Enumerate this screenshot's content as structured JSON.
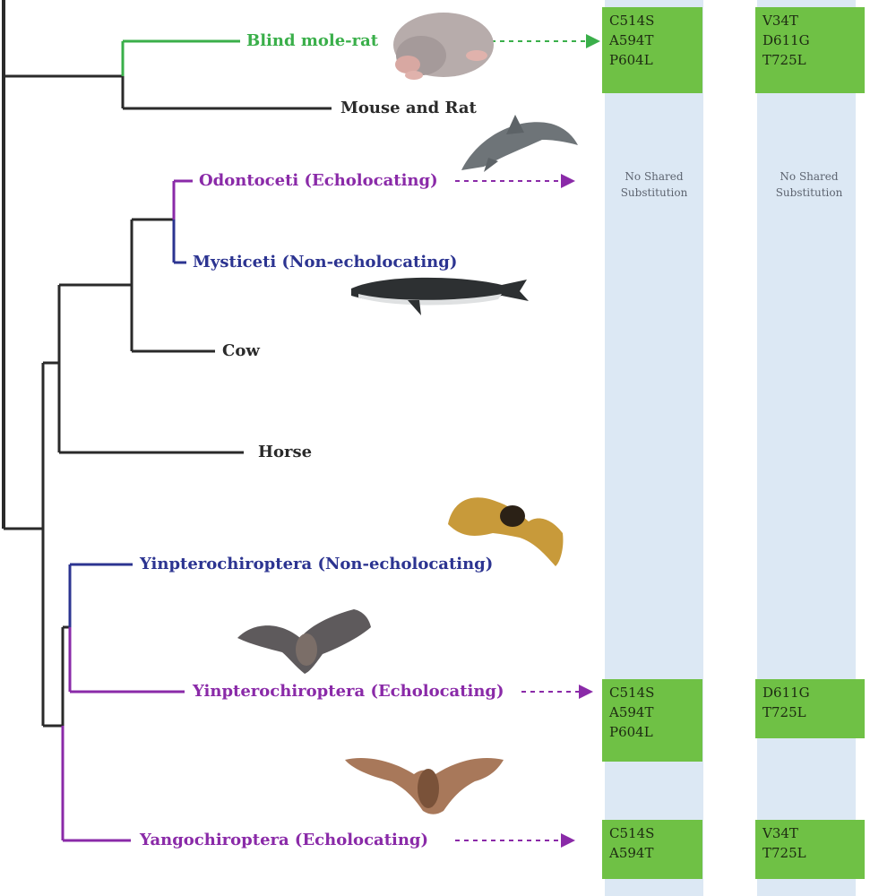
{
  "taxa": {
    "blind_mole_rat": "Blind mole-rat",
    "mouse_rat": "Mouse and Rat",
    "odontoceti": "Odontoceti (Echolocating)",
    "mysticeti": "Mysticeti (Non-echolocating)",
    "cow": "Cow",
    "horse": "Horse",
    "yinpt_non": "Yinpterochiroptera (Non-echolocating)",
    "yinpt_echo": "Yinpterochiroptera (Echolocating)",
    "yango_echo": "Yangochiroptera (Echolocating)"
  },
  "column1": {
    "blind_mole_rat": [
      "C514S",
      "A594T",
      "P604L"
    ],
    "odontoceti_note": [
      "No Shared",
      "Substitution"
    ],
    "yinpt_echo": [
      "C514S",
      "A594T",
      "P604L"
    ],
    "yango_echo": [
      "C514S",
      "A594T"
    ]
  },
  "column2": {
    "blind_mole_rat": [
      "V34T",
      "D611G",
      "T725L"
    ],
    "odontoceti_note": [
      "No Shared",
      "Substitution"
    ],
    "yinpt_echo": [
      "D611G",
      "T725L"
    ],
    "yango_echo": [
      "V34T",
      "T725L"
    ]
  },
  "colors": {
    "green_branch": "#3aaf4a",
    "purple": "#8a2aa8",
    "navy": "#2c3491",
    "black": "#2a2a2a",
    "highlight_box": "#6fc145",
    "column_bg": "#dce8f4"
  },
  "icons": [
    "mole-rat-icon",
    "dolphin-icon",
    "whale-icon",
    "fruit-bat-icon",
    "microbat-icon",
    "brown-bat-icon"
  ]
}
